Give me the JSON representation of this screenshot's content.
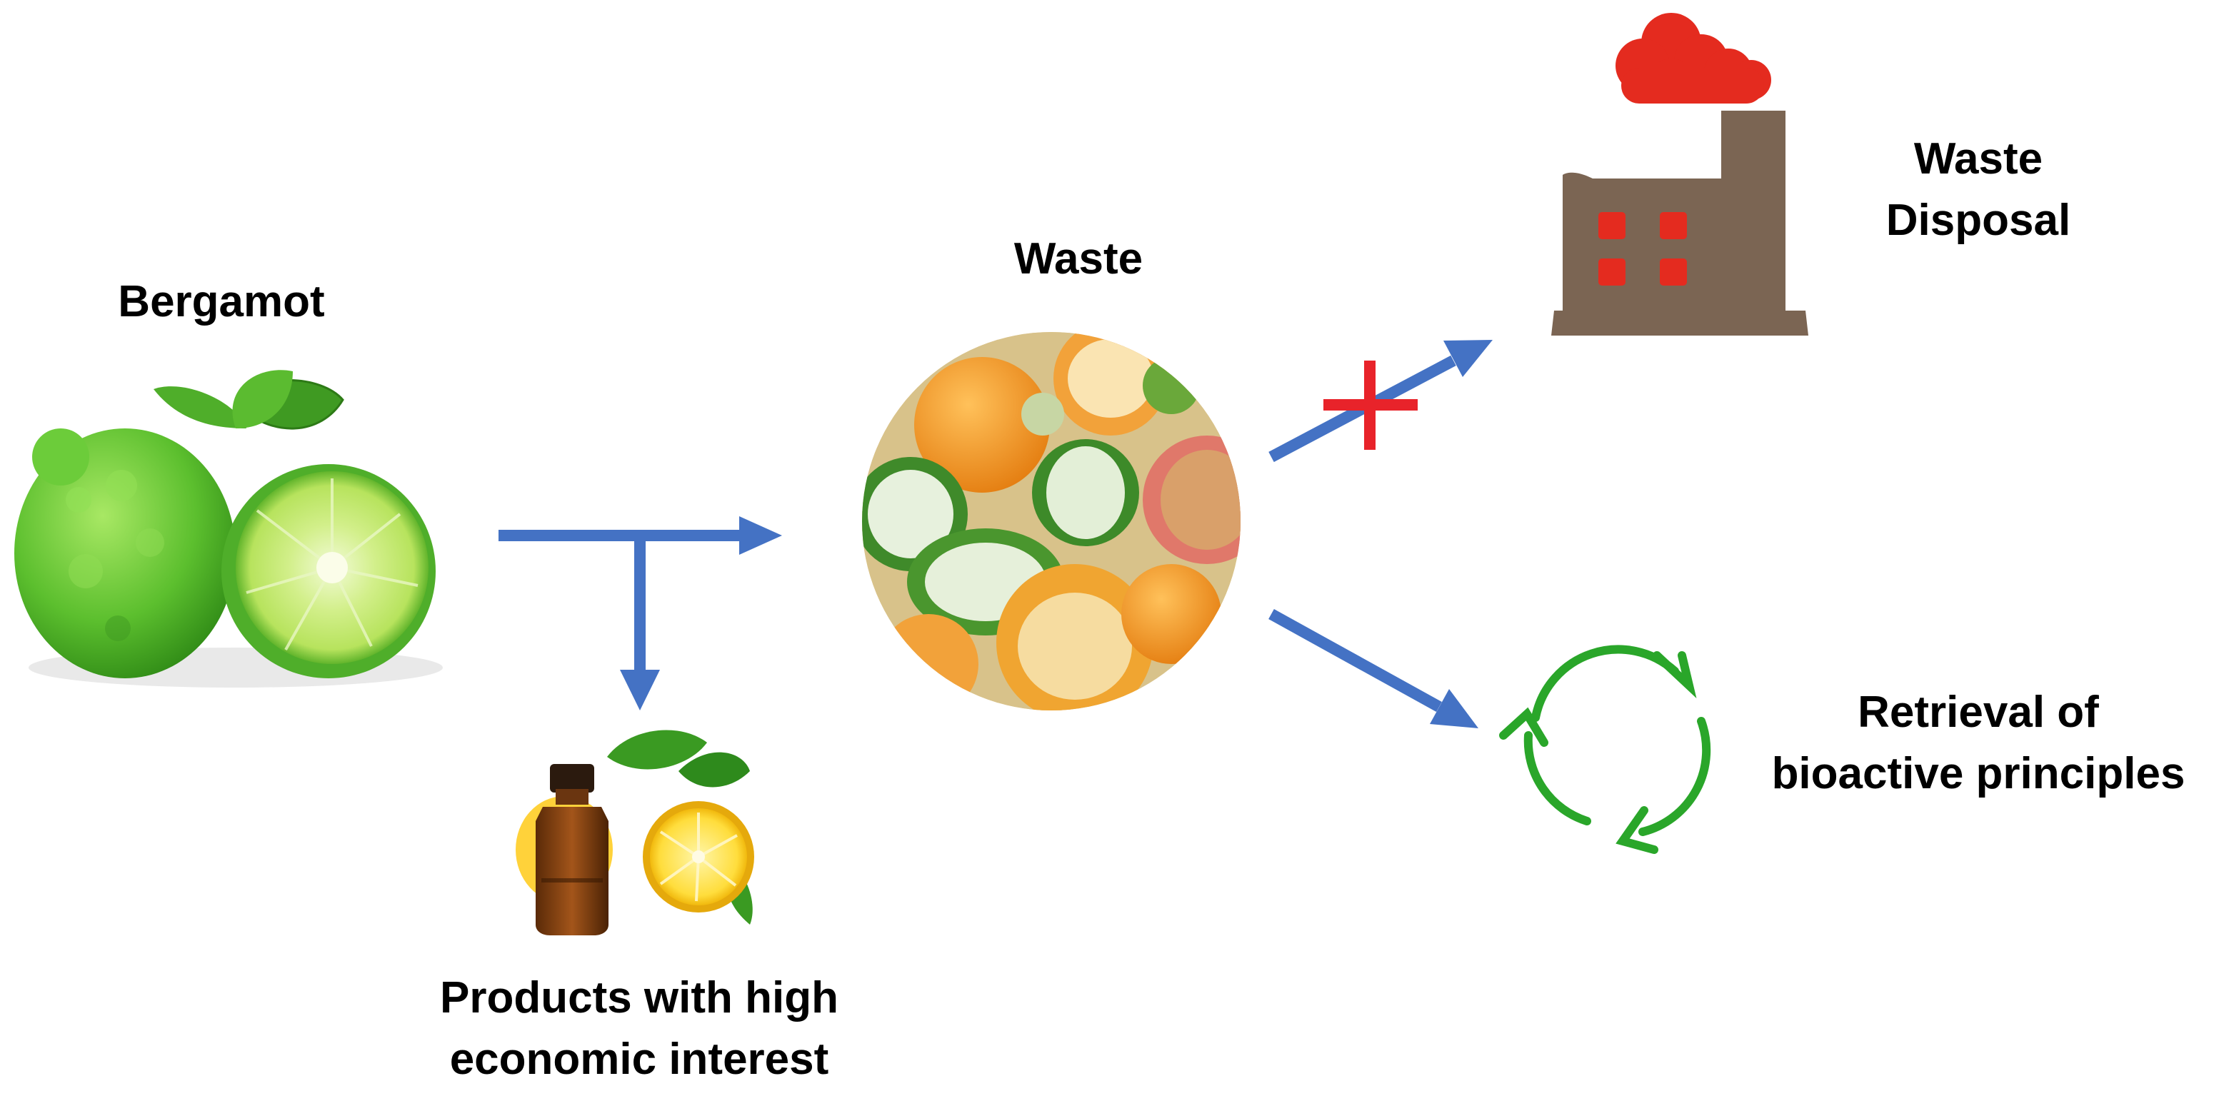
{
  "labels": {
    "bergamot": "Bergamot",
    "waste": "Waste",
    "waste_disposal_line1": "Waste",
    "waste_disposal_line2": "Disposal",
    "retrieval_line1": "Retrieval of",
    "retrieval_line2": "bioactive principles",
    "products_line1": "Products with high",
    "products_line2": "economic interest"
  },
  "colors": {
    "arrow": "#4472c4",
    "cross": "#e8232a",
    "factory": "#7b6553",
    "smoke": "#e42b1f",
    "recycle": "#2aa62a",
    "bergamot": "#6cc93a",
    "orange": "#f4951c"
  },
  "icons": {
    "bergamot": "bergamot-fruit-image",
    "waste": "citrus-peel-waste-image",
    "products": "essential-oil-bottle-and-lemon-image",
    "disposal": "factory-icon",
    "retrieval": "recycle-icon",
    "blocked": "red-cross-icon"
  }
}
